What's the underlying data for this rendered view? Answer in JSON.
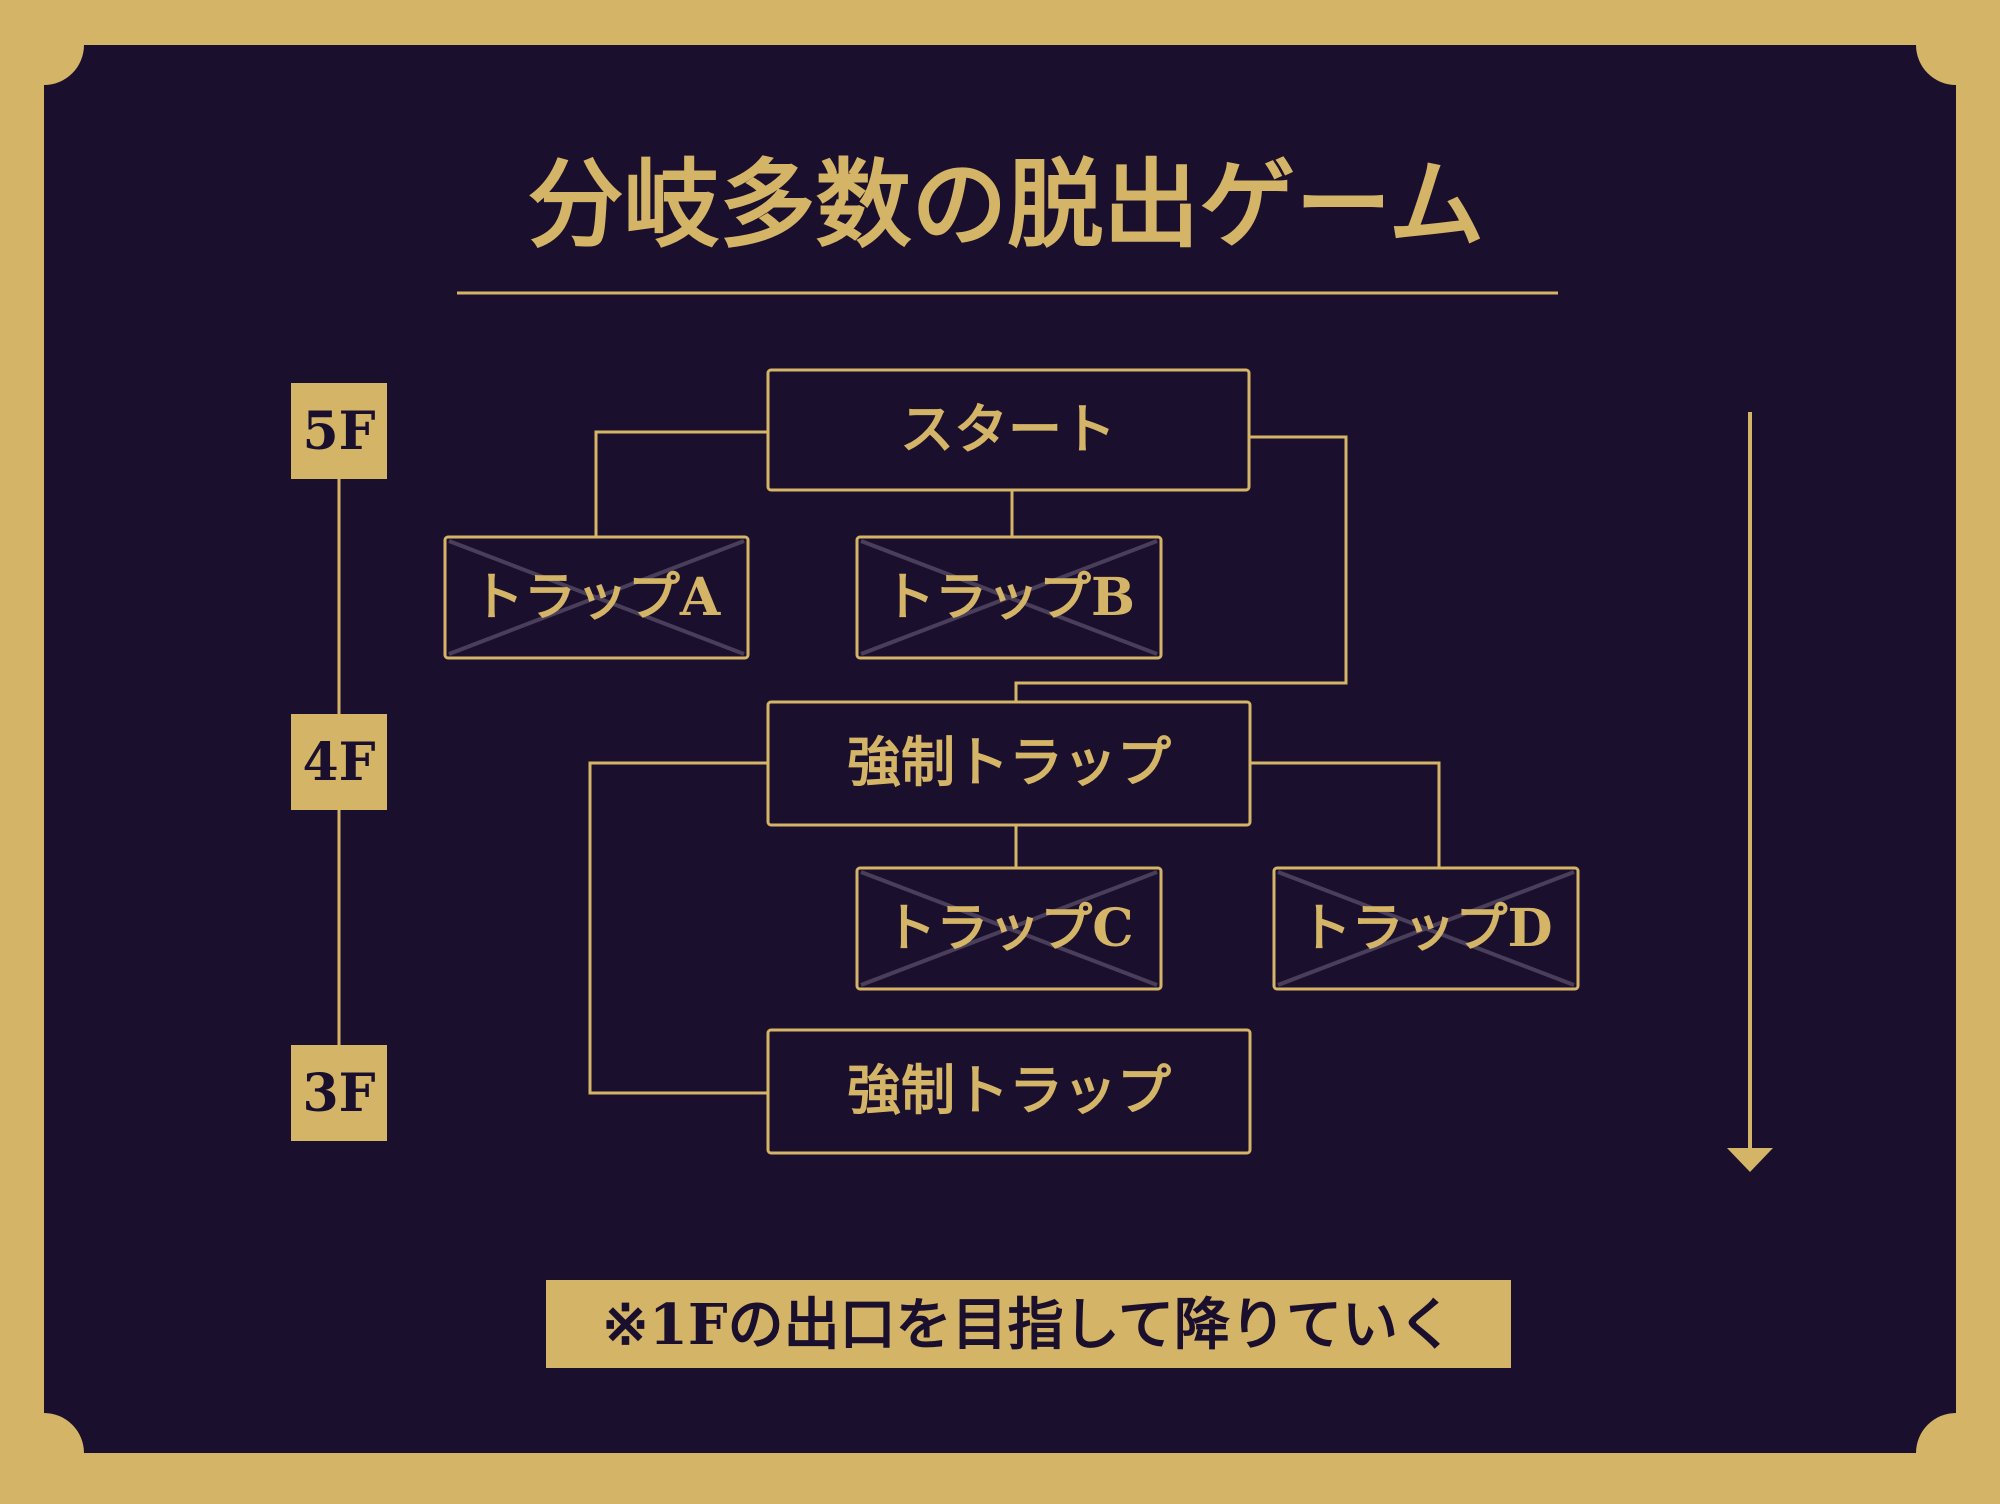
{
  "title": "分岐多数の脱出ゲーム",
  "floors": [
    "5F",
    "4F",
    "3F"
  ],
  "nodes": {
    "start": "スタート",
    "trap_a": "トラップA",
    "trap_b": "トラップB",
    "forced_trap_4f": "強制トラップ",
    "trap_c": "トラップC",
    "trap_d": "トラップD",
    "forced_trap_3f": "強制トラップ"
  },
  "crossed_out": [
    "trap_a",
    "trap_b",
    "trap_c",
    "trap_d"
  ],
  "note": "※1Fの出口を目指して降りていく",
  "colors": {
    "gold": "#d4b466",
    "panel": "#1b0f2e",
    "cross": "#4a3f5a"
  }
}
